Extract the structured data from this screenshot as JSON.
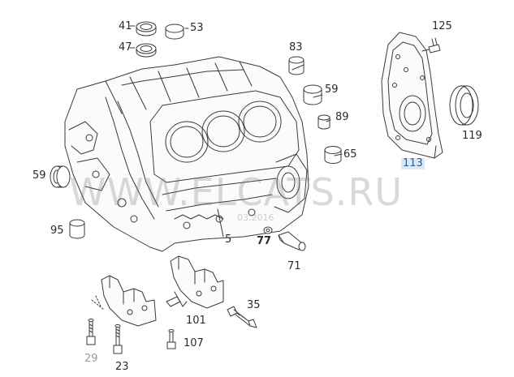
{
  "watermark": {
    "text": "WWW.ELCATS.RU",
    "date": "03.2016"
  },
  "callouts": [
    {
      "id": "41",
      "text": "41"
    },
    {
      "id": "47",
      "text": "47"
    },
    {
      "id": "53",
      "text": "53"
    },
    {
      "id": "83",
      "text": "83"
    },
    {
      "id": "59a",
      "text": "59"
    },
    {
      "id": "89",
      "text": "89"
    },
    {
      "id": "65",
      "text": "65"
    },
    {
      "id": "125",
      "text": "125"
    },
    {
      "id": "119",
      "text": "119"
    },
    {
      "id": "113",
      "text": "113"
    },
    {
      "id": "59b",
      "text": "59"
    },
    {
      "id": "95",
      "text": "95"
    },
    {
      "id": "5",
      "text": "5"
    },
    {
      "id": "77",
      "text": "77"
    },
    {
      "id": "71",
      "text": "71"
    },
    {
      "id": "35",
      "text": "35"
    },
    {
      "id": "101",
      "text": "101"
    },
    {
      "id": "107",
      "text": "107"
    },
    {
      "id": "29",
      "text": "29"
    },
    {
      "id": "23",
      "text": "23"
    }
  ],
  "colors": {
    "line": "#3a3a3a",
    "highlight": "#2a5d8f",
    "highlight_bg": "#dce9f5",
    "muted": "#9a9a9a"
  }
}
